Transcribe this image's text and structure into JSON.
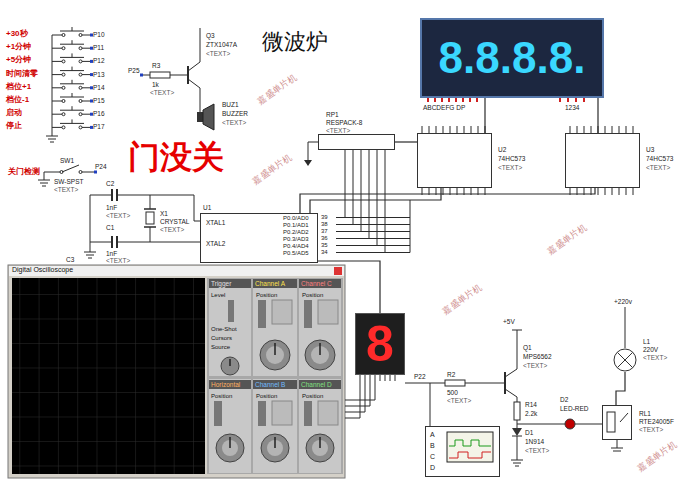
{
  "diagram": {
    "title": "微波炉",
    "nodes": [
      {
        "text": [
          "8.8.8.8."
        ]
      },
      {
        "text": [
          "RP1",
          "RESPACK-8",
          "<TEXT>"
        ]
      },
      {
        "text": [
          "U2",
          "74HC573",
          "<TEXT>"
        ]
      },
      {
        "text": [
          "U3",
          "74HC573",
          "<TEXT>"
        ]
      },
      {
        "text": [
          "U1",
          "XTAL1",
          "XTAL2",
          "P0.0/AD0",
          "P0.1/AD1",
          "P0.2/AD2",
          "P0.3/AD3",
          "P0.4/AD4",
          "P0.5/AD5"
        ]
      },
      {
        "text": [
          "Digital Oscilloscope"
        ]
      },
      {
        "text": [
          "8"
        ]
      },
      {
        "text": [
          "A",
          "B",
          "C",
          "D"
        ]
      },
      {
        "text": [
          "RL1",
          "RTE24005F",
          "<TEXT>"
        ]
      },
      {
        "text": [
          "L1",
          "220V",
          "<TEXT>"
        ]
      }
    ],
    "edges": [
      {
        "from": 4,
        "to": 2,
        "arrow": "none"
      },
      {
        "from": 4,
        "to": 3,
        "arrow": "none"
      },
      {
        "from": 2,
        "to": 0,
        "arrow": "none"
      },
      {
        "from": 3,
        "to": 0,
        "arrow": "none"
      },
      {
        "from": 1,
        "to": 2,
        "arrow": "none"
      },
      {
        "from": 4,
        "to": 6,
        "arrow": "none"
      },
      {
        "from": 8,
        "to": 9,
        "arrow": "none"
      }
    ],
    "labels": [
      "+30秒",
      "P10",
      "+1分钟",
      "P11",
      "+5分钟",
      "P12",
      "时间清零",
      "P13",
      "档位+1",
      "P14",
      "档位-1",
      "P15",
      "启动",
      "P16",
      "停止",
      "P17",
      "关门检测",
      "SW1",
      "SW-SPST",
      "<TEXT>",
      "P24",
      "R3",
      "1k",
      "<TEXT>",
      "P25",
      "Q3",
      "ZTX1047A",
      "<TEXT>",
      "BUZ1",
      "BUZZER",
      "<TEXT>",
      "门没关",
      "ABCDEFG DP",
      "1234",
      "C2",
      "1nF",
      "<TEXT>",
      "X1",
      "CRYSTAL",
      "<TEXT>",
      "C1",
      "1nF",
      "<TEXT>",
      "C3",
      "39",
      "38",
      "37",
      "36",
      "35",
      "34",
      "Trigger",
      "Channel A",
      "Channel C",
      "Horizontal",
      "Channel B",
      "Channel D",
      "Level",
      "One-Shot",
      "Cursors",
      "Source",
      "Position",
      "Position",
      "Position",
      "Position",
      "Position",
      "P22",
      "R2",
      "500",
      "<TEXT>",
      "+5V",
      "Q1",
      "MPS6562",
      "<TEXT>",
      "R14",
      "2.2k",
      "D1",
      "1N914",
      "<TEXT>",
      "D2",
      "LED-RED",
      "+220v",
      "嘉盛单片机",
      "嘉盛单片机",
      "嘉盛单片机",
      "嘉盛单片机",
      "嘉盛单片机"
    ]
  }
}
